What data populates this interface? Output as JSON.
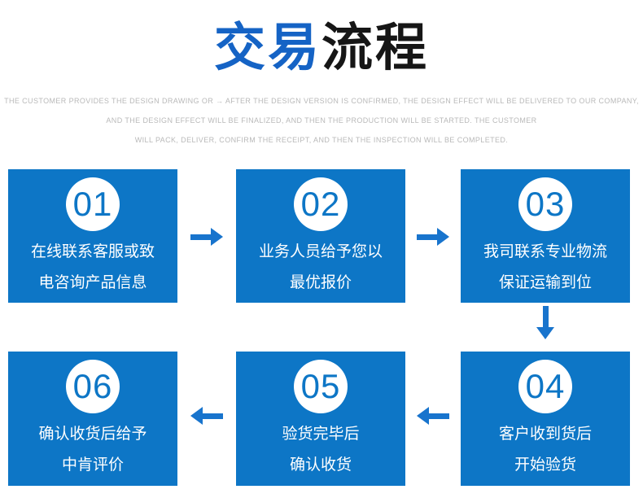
{
  "title": {
    "part_blue": "交易",
    "part_black": "流程"
  },
  "subtitle_lines": [
    "THE CUSTOMER PROVIDES THE DESIGN DRAWING OR → AFTER THE DESIGN VERSION IS CONFIRMED, THE DESIGN EFFECT WILL BE DELIVERED TO OUR COMPANY,",
    "AND THE DESIGN EFFECT WILL BE FINALIZED, AND THEN THE PRODUCTION WILL BE STARTED. THE CUSTOMER",
    "WILL PACK, DELIVER, CONFIRM THE RECEIPT, AND THEN THE INSPECTION WILL BE COMPLETED."
  ],
  "steps": [
    {
      "number": "01",
      "lines": [
        "在线联系客服或致",
        "电咨询产品信息"
      ]
    },
    {
      "number": "02",
      "lines": [
        "业务人员给予您以",
        "最优报价"
      ]
    },
    {
      "number": "03",
      "lines": [
        "我司联系专业物流",
        "保证运输到位"
      ]
    },
    {
      "number": "04",
      "lines": [
        "客户收到货后",
        "开始验货"
      ]
    },
    {
      "number": "05",
      "lines": [
        "验货完毕后",
        "确认收货"
      ]
    },
    {
      "number": "06",
      "lines": [
        "确认收货后给予",
        "中肯评价"
      ]
    }
  ],
  "flow": {
    "row1_direction": "left-to-right",
    "row2_direction": "right-to-left",
    "connector_after_step3": "down"
  },
  "colors": {
    "box_blue": "#0d76c6",
    "title_blue": "#1563c5",
    "title_black": "#161616",
    "arrow_blue": "#1874cd",
    "subtitle_gray": "#b9b9b9",
    "box_text_white": "#ffffff"
  }
}
